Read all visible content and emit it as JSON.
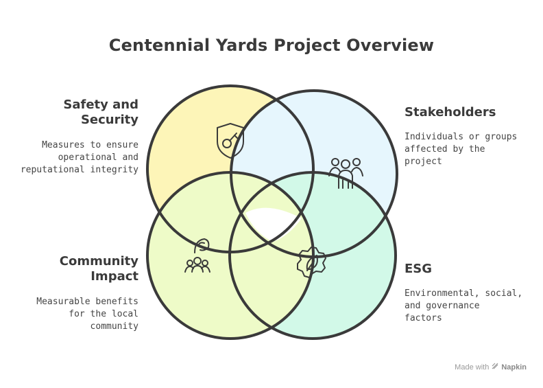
{
  "title": "Centennial Yards Project Overview",
  "sections": {
    "safety": {
      "heading_line1": "Safety and",
      "heading_line2": "Security",
      "desc_line1": "Measures to ensure",
      "desc_line2": "operational and",
      "desc_line3": "reputational integrity",
      "color": "#fdf5b8",
      "icon": "shield-key-icon"
    },
    "stakeholders": {
      "heading_line1": "Stakeholders",
      "desc_line1": "Individuals or groups",
      "desc_line2": "affected by the",
      "desc_line3": "project",
      "color": "#e6f6fd",
      "icon": "group-people-icon"
    },
    "community": {
      "heading_line1": "Community",
      "heading_line2": "Impact",
      "desc_line1": "Measurable benefits",
      "desc_line2": "for the local",
      "desc_line3": "community",
      "color": "#eefbc8",
      "icon": "community-hand-icon"
    },
    "esg": {
      "heading_line1": "ESG",
      "desc_line1": "Environmental, social,",
      "desc_line2": "and governance",
      "desc_line3": "factors",
      "color": "#d2f9e8",
      "icon": "leaf-gear-icon"
    }
  },
  "watermark": {
    "prefix": "Made with",
    "brand": "Napkin"
  }
}
